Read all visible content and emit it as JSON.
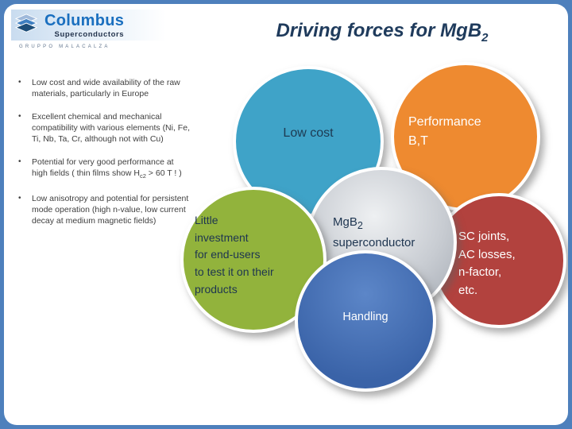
{
  "frame": {
    "border_color": "#4e80bc"
  },
  "logo": {
    "company": "Columbus",
    "division": "Superconductors",
    "group": "GRUPPO MALACALZA"
  },
  "title": {
    "text": "Driving forces for MgB",
    "subscript": "2"
  },
  "bullet_marker": "•",
  "bullets": [
    {
      "text": "Low cost and wide availability of the raw materials, particularly in Europe"
    },
    {
      "text": "Excellent chemical and mechanical compatibility with various elements (Ni, Fe, Ti, Nb, Ta, Cr, although not with Cu)"
    },
    {
      "pre": "Potential for very good performance at high fields ( thin films show H",
      "sub": "c2",
      "post": " > 60 T ! )"
    },
    {
      "text": "Low anisotropy and potential for persistent mode operation (high n-value, low current decay at medium magnetic fields)"
    }
  ],
  "diagram": {
    "low_cost": {
      "label": "Low cost",
      "color": "#3fa3c8"
    },
    "performance": {
      "label": "Performance\nB,T",
      "color": "#ee8a30"
    },
    "investment": {
      "label": "Little\ninvestment\nfor end-users\nto test it on their\nproducts",
      "color": "#92b33c"
    },
    "sc_issues": {
      "label": "SC joints,\nAC losses,\nn-factor,\netc.",
      "color": "#b2423e"
    },
    "handling": {
      "label": "Handling",
      "color": "#3e6cb5"
    },
    "center": {
      "line1_pre": "MgB",
      "line1_sub": "2",
      "line2": "superconductor",
      "color": "#c6cad0"
    }
  }
}
